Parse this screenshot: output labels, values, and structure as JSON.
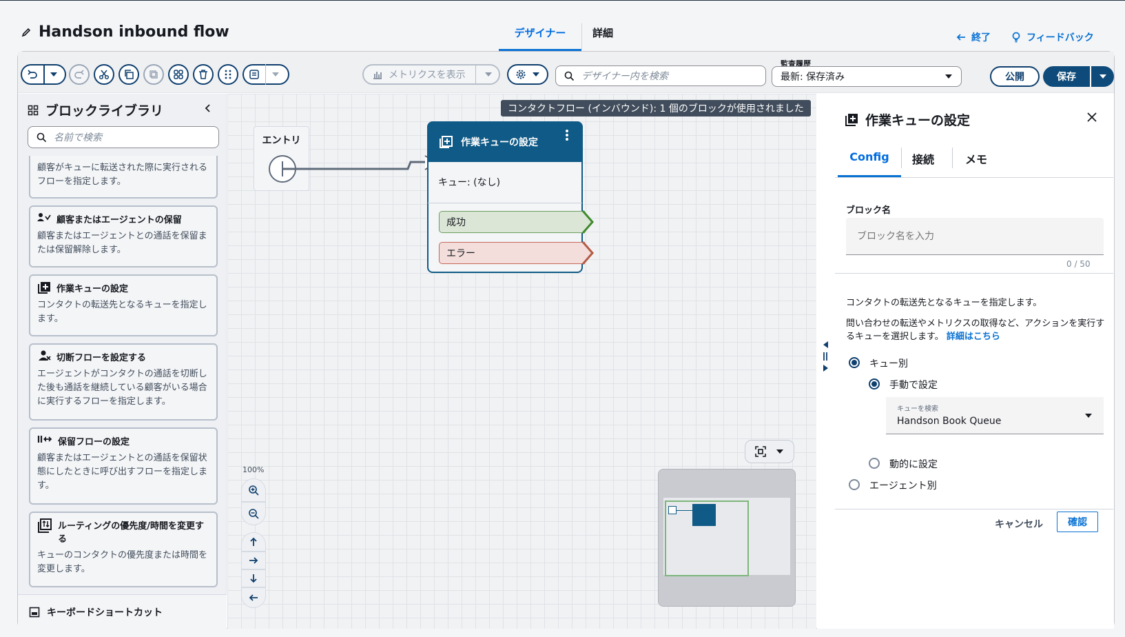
{
  "header": {
    "flow_title": "Handson inbound flow",
    "tabs": [
      {
        "label": "デザイナー",
        "active": true
      },
      {
        "label": "詳細",
        "active": false
      }
    ],
    "end_label": "終了",
    "feedback_label": "フィードバック"
  },
  "toolbar": {
    "metrics_label": "メトリクスを表示",
    "search_placeholder": "デザイナー内を検索",
    "audit_label": "監査履歴",
    "audit_value": "最新: 保存済み",
    "publish_label": "公開",
    "save_label": "保存"
  },
  "library": {
    "title": "ブロックライブラリ",
    "search_placeholder": "名前で検索",
    "cards": [
      {
        "title": "",
        "desc": "顧客がキューに転送された際に実行されるフローを指定します。"
      },
      {
        "title": "顧客またはエージェントの保留",
        "desc": "顧客またはエージェントとの通話を保留または保留解除します。"
      },
      {
        "title": "作業キューの設定",
        "desc": "コンタクトの転送先となるキューを指定します。"
      },
      {
        "title": "切断フローを設定する",
        "desc": "エージェントがコンタクトの通話を切断した後も通話を継続している顧客がいる場合に実行するフローを指定します。"
      },
      {
        "title": "保留フローの設定",
        "desc": "顧客またはエージェントとの通話を保留状態にしたときに呼び出すフローを指定します。"
      },
      {
        "title": "ルーティングの優先度/時間を変更する",
        "desc": "キューのコンタクトの優先度または時間を変更します。"
      }
    ],
    "keyboard_shortcuts": "キーボードショートカット"
  },
  "canvas": {
    "status": "コンタクトフロー (インバウンド): 1 個のブロックが使用されました",
    "entry_label": "エントリ",
    "block": {
      "title": "作業キューの設定",
      "info": "キュー: (なし)",
      "branch_success": "成功",
      "branch_error": "エラー"
    },
    "zoom": "100%"
  },
  "panel": {
    "title": "作業キューの設定",
    "tabs": [
      {
        "label": "Config",
        "active": true
      },
      {
        "label": "接続"
      },
      {
        "label": "メモ"
      }
    ],
    "block_name_label": "ブロック名",
    "block_name_placeholder": "ブロック名を入力",
    "block_name_count": "0 / 50",
    "desc1": "コンタクトの転送先となるキューを指定します。",
    "desc2": "問い合わせの転送やメトリクスの取得など、アクションを実行するキューを選択します。",
    "desc_link": "詳細はこちら",
    "radio_by_queue": "キュー別",
    "radio_manual": "手動で設定",
    "queue_search_label": "キューを検索",
    "queue_search_value": "Handson Book Queue",
    "radio_dynamic": "動的に設定",
    "radio_by_agent": "エージェント別",
    "cancel_label": "キャンセル",
    "confirm_label": "確認"
  },
  "colors": {
    "accent": "#0972d3",
    "block": "#0f5a86",
    "dark_button": "#0f4b7a"
  }
}
